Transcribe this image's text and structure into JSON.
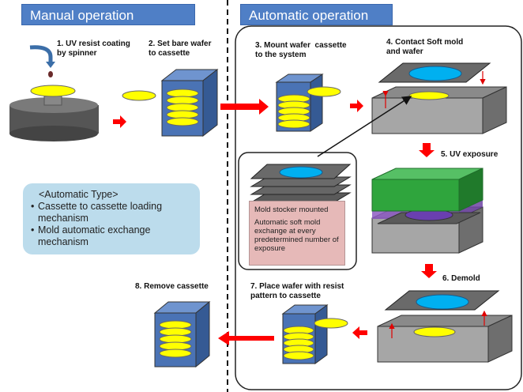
{
  "headers": {
    "manual": "Manual operation",
    "automatic": "Automatic operation"
  },
  "steps": [
    "1. UV resist coating\nby spinner",
    "2. Set bare wafer\nto cassette",
    "3. Mount wafer  cassette\nto the system",
    "4. Contact Soft mold\nand wafer",
    "5. UV exposure",
    "6. Demold",
    "7. Place wafer with resist\npattern to cassette",
    "8. Remove cassette"
  ],
  "automatic_type": {
    "title": "<Automatic Type>",
    "items": [
      "Cassette to cassette loading mechanism",
      "Mold automatic exchange mechanism"
    ]
  },
  "mold_stocker": {
    "line1": "Mold stocker mounted",
    "line2": "Automatic soft mold exchange at every predetermined number of exposure"
  },
  "colors": {
    "header_blue": "#4f7fc6",
    "arrow_red": "#ff0000",
    "wafer_yellow": "#ffff00",
    "mold_blue": "#00b0f0",
    "cassette_blue": "#4a73b5",
    "stage_gray": "#a6a6a6",
    "green_lamp": "#3cb14a",
    "purple_light": "#8e5cc4",
    "info_blue": "#bcdcec",
    "note_pink": "#e6b9b8"
  }
}
